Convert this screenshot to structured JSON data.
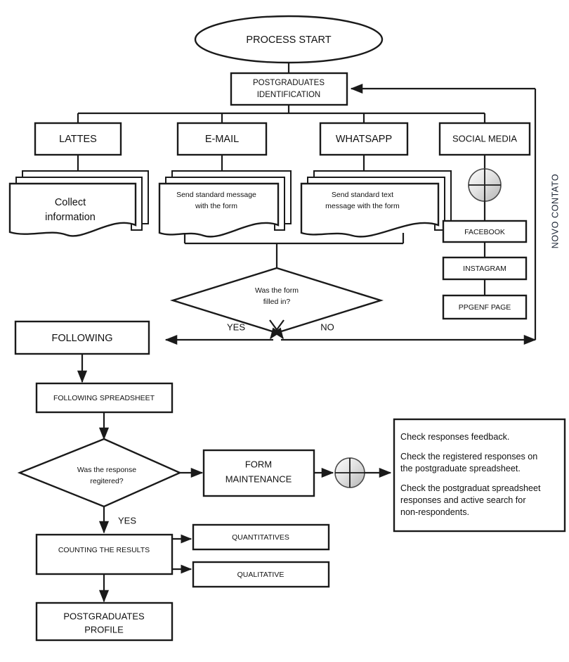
{
  "diagram": {
    "title": "Postgraduates data collection process flowchart",
    "colors": {
      "stroke": "#1a1a1a",
      "fill": "#ffffff",
      "vertical_label": "#1a2333",
      "junction_fill": "#d9d9d9"
    }
  },
  "nodes": {
    "start": {
      "label": "PROCESS START",
      "shape": "ellipse"
    },
    "identification": {
      "line1": "POSTGRADUATES",
      "line2": "IDENTIFICATION",
      "shape": "process"
    },
    "channels": [
      {
        "label": "LATTES",
        "shape": "process"
      },
      {
        "label": "E-MAIL",
        "shape": "process"
      },
      {
        "label": "WHATSAPP",
        "shape": "process"
      },
      {
        "label": "SOCIAL MEDIA",
        "shape": "process"
      }
    ],
    "documents": [
      {
        "line1": "Collect",
        "line2": "information",
        "shape": "multidocument"
      },
      {
        "line1": "Send standard message",
        "line2": "with the form",
        "shape": "multidocument"
      },
      {
        "line1": "Send standard text",
        "line2": "message with the form",
        "shape": "multidocument"
      }
    ],
    "social_children": [
      {
        "label": "FACEBOOK",
        "shape": "process"
      },
      {
        "label": "INSTAGRAM",
        "shape": "process"
      },
      {
        "label": "PPGENF PAGE",
        "shape": "process"
      }
    ],
    "decision_form": {
      "line1": "Was the form",
      "line2": "filled in?",
      "shape": "decision"
    },
    "following": {
      "label": "FOLLOWING",
      "shape": "process"
    },
    "following_spreadsheet": {
      "label": "FOLLOWING SPREADSHEET",
      "shape": "process"
    },
    "decision_response": {
      "line1": "Was the response",
      "line2": "regitered?",
      "shape": "decision"
    },
    "form_maintenance": {
      "line1": "FORM",
      "line2": "MAINTENANCE",
      "shape": "process"
    },
    "counting": {
      "label": "COUNTING THE RESULTS",
      "shape": "process"
    },
    "quantitatives": {
      "label": "QUANTITATIVES",
      "shape": "process"
    },
    "qualitative": {
      "label": "QUALITATIVE",
      "shape": "process"
    },
    "profile": {
      "line1": "POSTGRADUATES",
      "line2": "PROFILE",
      "shape": "process"
    },
    "notes": {
      "lines": [
        "Check responses feedback.",
        "Check the registered responses on",
        "the postgraduate spreadsheet.",
        "Check the postgraduat spreadsheet",
        "responses and active search for",
        "non-respondents."
      ]
    }
  },
  "edge_labels": {
    "yes_form": "YES",
    "no_form": "NO",
    "yes_response": "YES",
    "loop_back": "NOVO CONTATO"
  },
  "junctions": [
    {
      "name": "social-media-junction"
    },
    {
      "name": "form-maintenance-junction"
    }
  ]
}
